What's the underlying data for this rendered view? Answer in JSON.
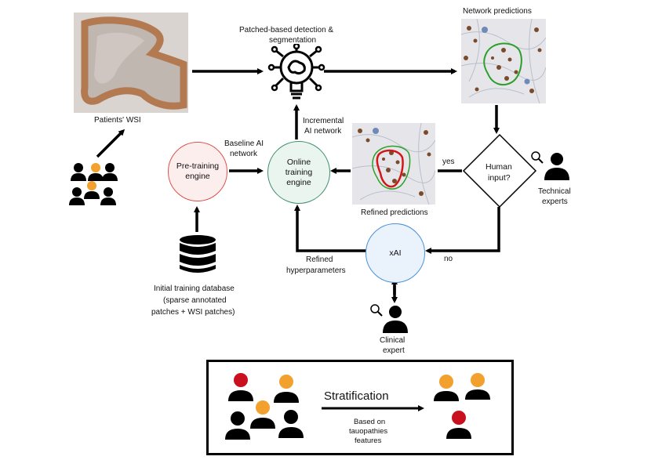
{
  "labels": {
    "patients_wsi": "Patients' WSI",
    "patched_detection": "Patched-based detection &",
    "patched_detection_2": "segmentation",
    "network_predictions": "Network predictions",
    "incremental_network_1": "Incremental",
    "incremental_network_2": "AI network",
    "baseline_network_1": "Baseline AI",
    "baseline_network_2": "network",
    "yes": "yes",
    "no": "no",
    "refined_predictions": "Refined predictions",
    "technical_experts_1": "Technical",
    "technical_experts_2": "experts",
    "refined_hyper_1": "Refined",
    "refined_hyper_2": "hyperparameters",
    "initial_db_1": "Initial training database",
    "initial_db_2": "(sparse annotated",
    "initial_db_3": "patches + WSI patches)",
    "clinical_expert_1": "Clinical",
    "clinical_expert_2": "expert",
    "stratification": "Stratification",
    "based_on_1": "Based on",
    "based_on_2": "tauopathies",
    "based_on_3": "features"
  },
  "nodes": {
    "pretraining": "Pre-training\nengine",
    "online_training": "Online\ntraining\nengine",
    "human_input_1": "Human",
    "human_input_2": "input?",
    "xai": "xAI"
  },
  "colors": {
    "pretraining_border": "#d9534f",
    "pretraining_fill": "#fdeeee",
    "online_border": "#3f8f6e",
    "online_fill": "#eaf5f0",
    "xai_border": "#4a90d9",
    "xai_fill": "#eaf3fc",
    "orange_person": "#f2a02e",
    "red_person": "#c8101e",
    "tissue_brown": "#b37a52"
  },
  "icons": [
    "person-group-icon",
    "database-icon",
    "ai-brain-bulb-icon",
    "magnifier-icon",
    "person-icon"
  ]
}
